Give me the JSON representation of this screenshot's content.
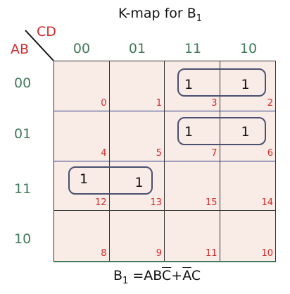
{
  "title": {
    "text": "K-map for B",
    "sub": "1"
  },
  "variables": {
    "cd": "CD",
    "ab": "AB"
  },
  "columns": [
    "00",
    "01",
    "11",
    "10"
  ],
  "rows": [
    "00",
    "01",
    "11",
    "10"
  ],
  "cells": [
    [
      {
        "minterm": "0",
        "value": ""
      },
      {
        "minterm": "1",
        "value": ""
      },
      {
        "minterm": "3",
        "value": "1"
      },
      {
        "minterm": "2",
        "value": "1"
      }
    ],
    [
      {
        "minterm": "4",
        "value": ""
      },
      {
        "minterm": "5",
        "value": ""
      },
      {
        "minterm": "7",
        "value": "1"
      },
      {
        "minterm": "6",
        "value": "1"
      }
    ],
    [
      {
        "minterm": "12",
        "value": "1"
      },
      {
        "minterm": "13",
        "value": "1"
      },
      {
        "minterm": "15",
        "value": ""
      },
      {
        "minterm": "14",
        "value": ""
      }
    ],
    [
      {
        "minterm": "8",
        "value": ""
      },
      {
        "minterm": "9",
        "value": ""
      },
      {
        "minterm": "11",
        "value": ""
      },
      {
        "minterm": "10",
        "value": ""
      }
    ]
  ],
  "expression": {
    "lhs": "B",
    "lhs_sub": "1",
    "eq": " =",
    "term1_plain": "AB",
    "term1_bar": "C",
    "plus": "+",
    "term2_bar": "A",
    "term2_plain": "C"
  }
}
